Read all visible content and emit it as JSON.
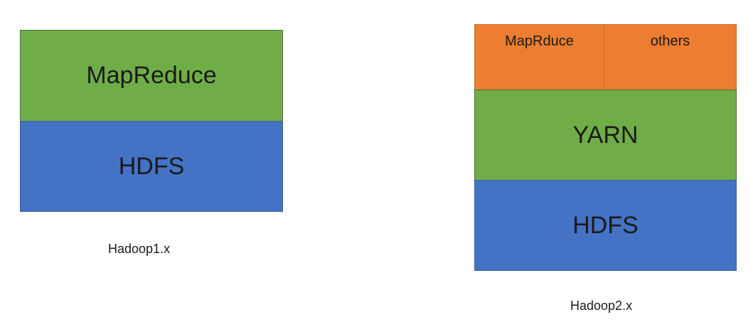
{
  "hadoop1": {
    "layers": {
      "top": "MapReduce",
      "bottom": "HDFS"
    },
    "caption": "Hadoop1.x",
    "colors": {
      "top": "#70ad47",
      "bottom": "#4472c4"
    }
  },
  "hadoop2": {
    "layers": {
      "top_left": "MapRduce",
      "top_right": "others",
      "middle": "YARN",
      "bottom": "HDFS"
    },
    "caption": "Hadoop2.x",
    "colors": {
      "top": "#ed7d31",
      "middle": "#70ad47",
      "bottom": "#4472c4"
    }
  }
}
